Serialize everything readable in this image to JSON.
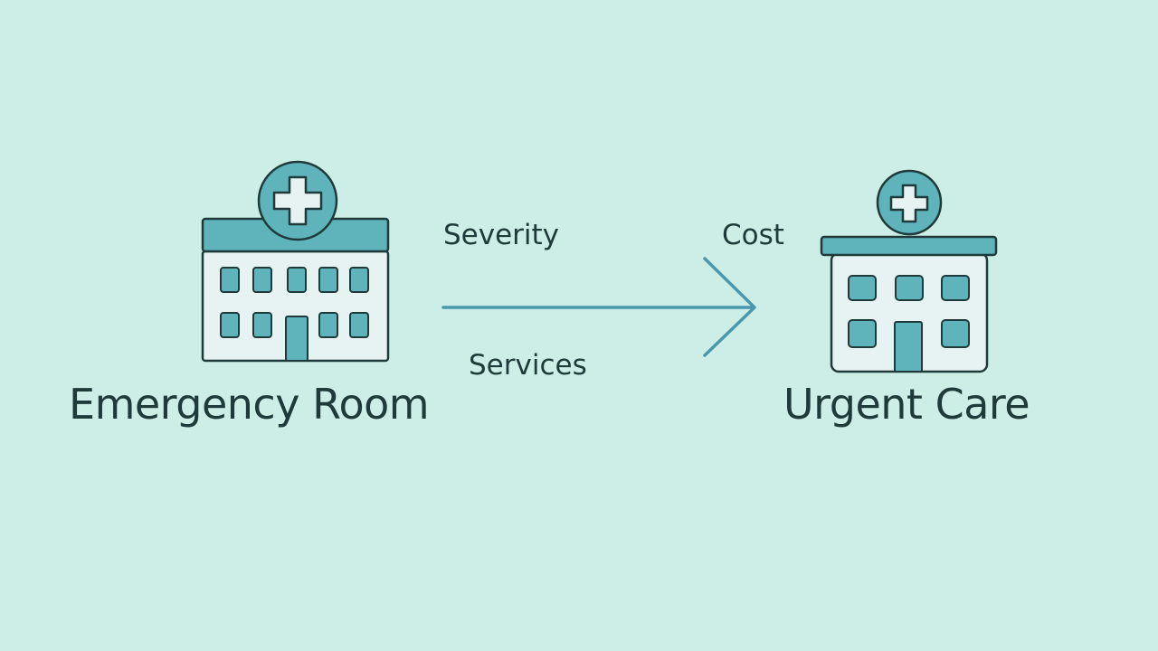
{
  "diagram": {
    "nodes": [
      {
        "id": "er",
        "label": "Emergency Room",
        "icon": "hospital-large-icon"
      },
      {
        "id": "uc",
        "label": "Urgent Care",
        "icon": "hospital-small-icon"
      }
    ],
    "edge": {
      "from": "er",
      "to": "uc",
      "icon": "arrow-right-icon",
      "labels": {
        "top_left": "Severity",
        "top_right": "Cost",
        "bottom": "Services"
      }
    }
  },
  "colors": {
    "background": "#cdeee6",
    "teal": "#5fb3bb",
    "outline": "#1f3a3a",
    "building_fill": "#e7f3f2",
    "arrow": "#4a98ad"
  }
}
